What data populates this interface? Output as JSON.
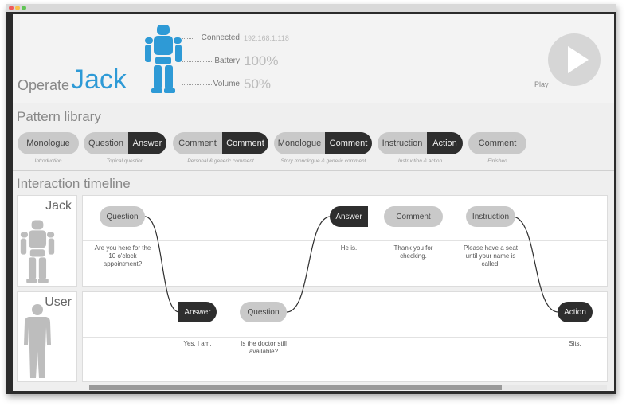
{
  "window": {
    "title_dots": [
      "#f05a5a",
      "#f7c049",
      "#5fc454"
    ]
  },
  "header": {
    "operate_label": "Operate",
    "robot_name": "Jack",
    "stats": [
      {
        "label": "Connected",
        "value": "192.168.1.118"
      },
      {
        "label": "Battery",
        "value": "100%"
      },
      {
        "label": "Volume",
        "value": "50%"
      }
    ],
    "play_label": "Play",
    "icons": {
      "robot": "robot-icon",
      "play": "play-icon"
    }
  },
  "pattern_library": {
    "title": "Pattern library",
    "patterns": [
      {
        "segments": [
          "Monologue"
        ],
        "caption": "Introduction"
      },
      {
        "segments": [
          "Question",
          "Answer"
        ],
        "caption": "Topical question"
      },
      {
        "segments": [
          "Comment",
          "Comment"
        ],
        "caption": "Personal & generic comment"
      },
      {
        "segments": [
          "Monologue",
          "Comment"
        ],
        "caption": "Story monologue & generic comment"
      },
      {
        "segments": [
          "Instruction",
          "Action"
        ],
        "caption": "Instruction & action"
      },
      {
        "segments": [
          "Comment"
        ],
        "caption": "Finished"
      }
    ]
  },
  "timeline": {
    "title": "Interaction timeline",
    "lanes": [
      {
        "name": "Jack",
        "icon": "robot-silhouette-icon"
      },
      {
        "name": "User",
        "icon": "person-silhouette-icon"
      }
    ],
    "jack_events": [
      {
        "label": "Question",
        "text": "Are you here for the 10 o'clock appointment?"
      },
      {
        "label": "Answer",
        "text": "He is."
      },
      {
        "label": "Comment",
        "text": "Thank you for checking."
      },
      {
        "label": "Instruction",
        "text": "Please have a seat until your name is called."
      }
    ],
    "user_events": [
      {
        "label": "Answer",
        "text": "Yes, I am."
      },
      {
        "label": "Question",
        "text": "Is the doctor still available?"
      },
      {
        "label": "Action",
        "text": "Sits."
      }
    ]
  },
  "colors": {
    "accent": "#2e9ad6",
    "dark_pill": "#2e2e2e",
    "light_pill": "#c9c9c9"
  }
}
